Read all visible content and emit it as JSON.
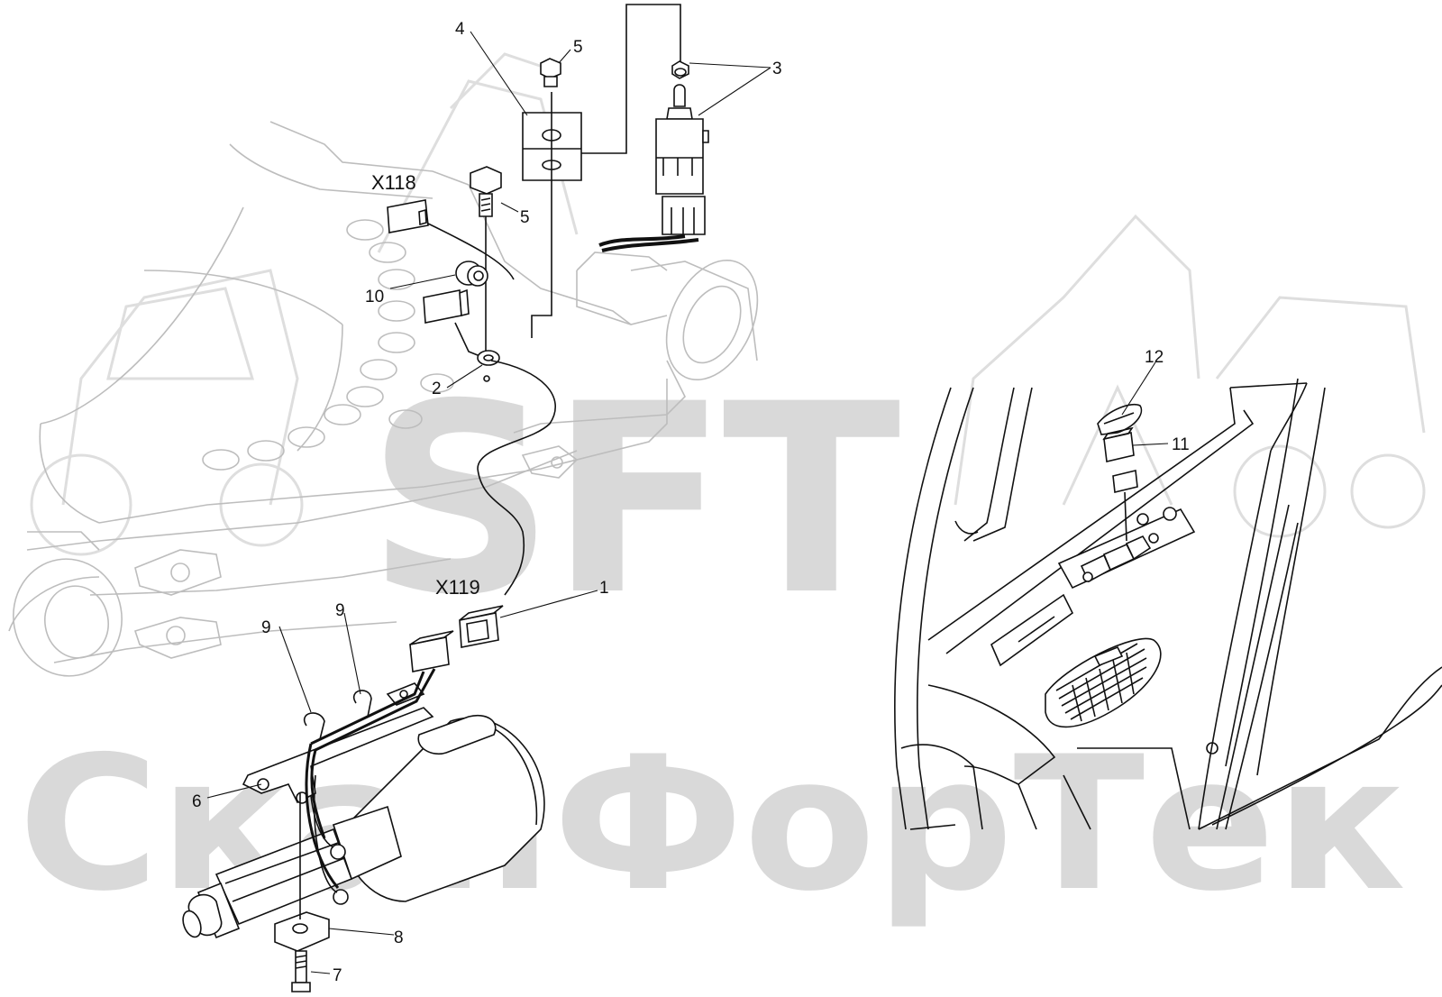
{
  "watermark": {
    "logo": "SFT",
    "brand": "СканФорТек"
  },
  "callouts": [
    "1",
    "2",
    "3",
    "4",
    "5",
    "5",
    "6",
    "7",
    "8",
    "9",
    "9",
    "10",
    "11",
    "12"
  ],
  "connectors": {
    "x118": "X118",
    "x119": "X119"
  },
  "colors": {
    "line": "#111111",
    "ghost": "#bdbdbd",
    "watermark": "#d9d9d9"
  }
}
